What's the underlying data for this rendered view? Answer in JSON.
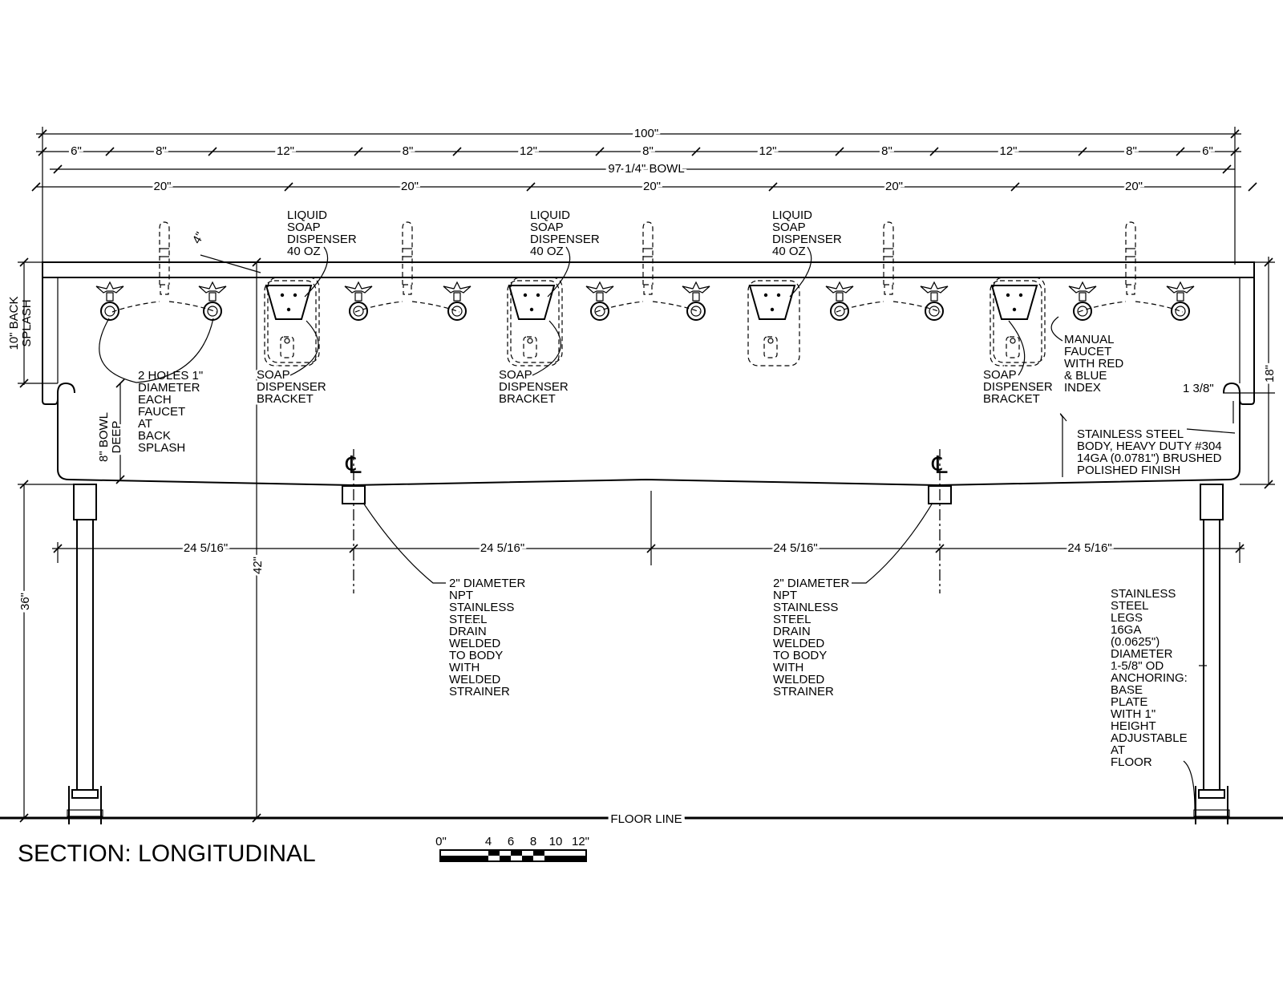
{
  "title": "SECTION: LONGITUDINAL",
  "dimensions": {
    "overall": "100\"",
    "bowl": "97 1/4\" BOWL",
    "faucet_spacing": [
      "6\"",
      "8\"",
      "12\"",
      "8\"",
      "12\"",
      "8\"",
      "12\"",
      "8\"",
      "12\"",
      "8\"",
      "6\""
    ],
    "bowl_spacing": [
      "20\"",
      "20\"",
      "20\"",
      "20\"",
      "20\""
    ],
    "drain_spacing": [
      "24 5/16\"",
      "24 5/16\"",
      "24 5/16\"",
      "24 5/16\""
    ],
    "back_splash": "10\" BACK SPLASH",
    "bowl_depth": "8\" BOWL DEEP",
    "leg_height": "36\"",
    "rim_height": "42\"",
    "dispenser_offset": "4\"",
    "right_height": "18\"",
    "edge": "1 3/8\""
  },
  "annotations": {
    "liquid_soap": "LIQUID SOAP DISPENSER 40 OZ",
    "soap_bracket": "SOAP DISPENSER BRACKET",
    "holes": "2 HOLES 1\" DIAMETER EACH FAUCET AT BACK SPLASH",
    "manual_faucet": "MANUAL FAUCET WITH RED & BLUE INDEX",
    "body": "STAINLESS STEEL BODY, HEAVY DUTY #304 14GA (0.0781\") BRUSHED POLISHED FINISH",
    "drain": "2\" DIAMETER NPT STAINLESS STEEL DRAIN WELDED TO BODY WITH WELDED STRAINER",
    "legs": "STAINLESS STEEL LEGS 16GA (0.0625\") DIAMETER 1-5/8\" OD ANCHORING: BASE PLATE WITH 1\" HEIGHT ADJUSTABLE AT FLOOR",
    "floor_line": "FLOOR LINE",
    "centerline": "℄"
  },
  "scale_bar": {
    "labels": [
      "0\"",
      "4",
      "6",
      "8",
      "10",
      "12\""
    ]
  },
  "colors": {
    "line": "#000000",
    "background": "#ffffff"
  }
}
